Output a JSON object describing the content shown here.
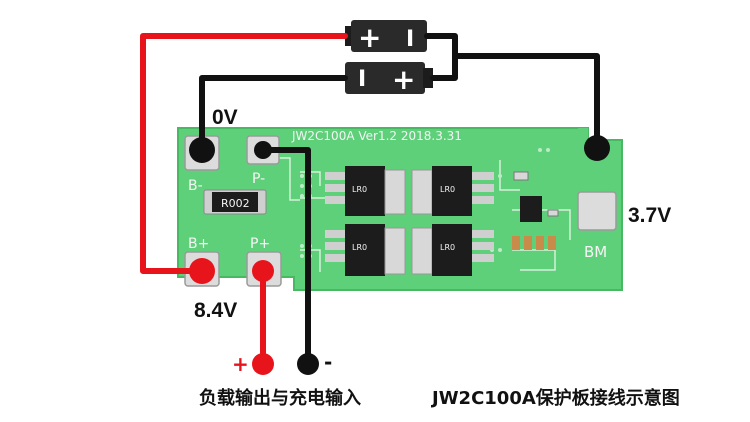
{
  "diagram": {
    "board_label": "JW2C100A Ver1.2 2018.3.31",
    "resistor_label": "R002",
    "pads": {
      "b_minus": "B-",
      "p_minus": "P-",
      "b_plus": "B+",
      "p_plus": "P+",
      "bm": "BM"
    },
    "mosfet_labels": [
      "LR0",
      "LR0",
      "LR0",
      "LR0"
    ],
    "battery_signs": {
      "top_plus": "+",
      "top_minus": "I",
      "bottom_minus": "I",
      "bottom_plus": "+"
    },
    "voltages": {
      "v0": "0V",
      "v37": "3.7V",
      "v84": "8.4V"
    },
    "io_signs": {
      "plus": "+",
      "minus": "-"
    },
    "caption_left": "负载输出与充电输入",
    "caption_right": "JW2C100A保护板接线示意图",
    "colors": {
      "pcb": "#5fd07a",
      "red_wire": "#e8141c",
      "black_wire": "#111111",
      "battery": "#2a2a2a"
    }
  }
}
